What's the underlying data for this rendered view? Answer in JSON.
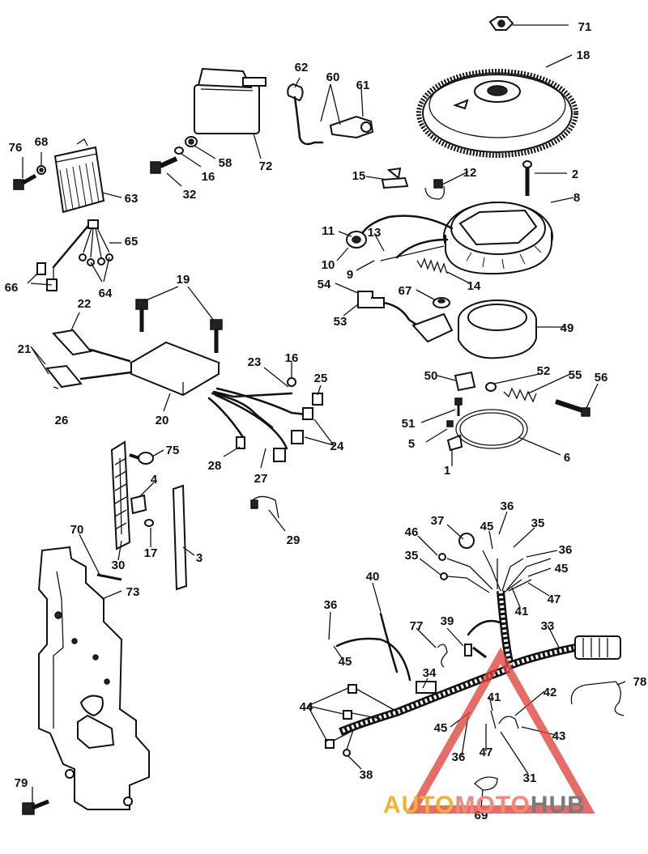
{
  "parts": [
    {
      "key": "p71",
      "label": "71"
    },
    {
      "key": "p18",
      "label": "18"
    },
    {
      "key": "p62",
      "label": "62"
    },
    {
      "key": "p60",
      "label": "60"
    },
    {
      "key": "p61",
      "label": "61"
    },
    {
      "key": "p72",
      "label": "72"
    },
    {
      "key": "p58",
      "label": "58"
    },
    {
      "key": "p16a",
      "label": "16"
    },
    {
      "key": "p32",
      "label": "32"
    },
    {
      "key": "p76",
      "label": "76"
    },
    {
      "key": "p68",
      "label": "68"
    },
    {
      "key": "p63",
      "label": "63"
    },
    {
      "key": "p65",
      "label": "65"
    },
    {
      "key": "p64",
      "label": "64"
    },
    {
      "key": "p66",
      "label": "66"
    },
    {
      "key": "p15",
      "label": "15"
    },
    {
      "key": "p12",
      "label": "12"
    },
    {
      "key": "p2",
      "label": "2"
    },
    {
      "key": "p8",
      "label": "8"
    },
    {
      "key": "p11",
      "label": "11"
    },
    {
      "key": "p13",
      "label": "13"
    },
    {
      "key": "p10",
      "label": "10"
    },
    {
      "key": "p9",
      "label": "9"
    },
    {
      "key": "p14",
      "label": "14"
    },
    {
      "key": "p54",
      "label": "54"
    },
    {
      "key": "p67",
      "label": "67"
    },
    {
      "key": "p53",
      "label": "53"
    },
    {
      "key": "p49",
      "label": "49"
    },
    {
      "key": "p19",
      "label": "19"
    },
    {
      "key": "p22",
      "label": "22"
    },
    {
      "key": "p21",
      "label": "21"
    },
    {
      "key": "p26",
      "label": "26"
    },
    {
      "key": "p20",
      "label": "20"
    },
    {
      "key": "p23",
      "label": "23"
    },
    {
      "key": "p16b",
      "label": "16"
    },
    {
      "key": "p25",
      "label": "25"
    },
    {
      "key": "p24",
      "label": "24"
    },
    {
      "key": "p28",
      "label": "28"
    },
    {
      "key": "p27",
      "label": "27"
    },
    {
      "key": "p50",
      "label": "50"
    },
    {
      "key": "p52",
      "label": "52"
    },
    {
      "key": "p55",
      "label": "55"
    },
    {
      "key": "p56",
      "label": "56"
    },
    {
      "key": "p51",
      "label": "51"
    },
    {
      "key": "p5",
      "label": "5"
    },
    {
      "key": "p6",
      "label": "6"
    },
    {
      "key": "p1",
      "label": "1"
    },
    {
      "key": "p75",
      "label": "75"
    },
    {
      "key": "p4",
      "label": "4"
    },
    {
      "key": "p29",
      "label": "29"
    },
    {
      "key": "p70",
      "label": "70"
    },
    {
      "key": "p17",
      "label": "17"
    },
    {
      "key": "p3",
      "label": "3"
    },
    {
      "key": "p30",
      "label": "30"
    },
    {
      "key": "p73",
      "label": "73"
    },
    {
      "key": "p79",
      "label": "79"
    },
    {
      "key": "p36a",
      "label": "36"
    },
    {
      "key": "p37",
      "label": "37"
    },
    {
      "key": "p45a",
      "label": "45"
    },
    {
      "key": "p35a",
      "label": "35"
    },
    {
      "key": "p46",
      "label": "46"
    },
    {
      "key": "p36b",
      "label": "36"
    },
    {
      "key": "p35b",
      "label": "35"
    },
    {
      "key": "p45b",
      "label": "45"
    },
    {
      "key": "p47a",
      "label": "47"
    },
    {
      "key": "p41a",
      "label": "41"
    },
    {
      "key": "p40",
      "label": "40"
    },
    {
      "key": "p36c",
      "label": "36"
    },
    {
      "key": "p77",
      "label": "77"
    },
    {
      "key": "p39",
      "label": "39"
    },
    {
      "key": "p33",
      "label": "33"
    },
    {
      "key": "p45c",
      "label": "45"
    },
    {
      "key": "p78",
      "label": "78"
    },
    {
      "key": "p34",
      "label": "34"
    },
    {
      "key": "p42",
      "label": "42"
    },
    {
      "key": "p41b",
      "label": "41"
    },
    {
      "key": "p44",
      "label": "44"
    },
    {
      "key": "p45d",
      "label": "45"
    },
    {
      "key": "p43",
      "label": "43"
    },
    {
      "key": "p36d",
      "label": "36"
    },
    {
      "key": "p47b",
      "label": "47"
    },
    {
      "key": "p31",
      "label": "31"
    },
    {
      "key": "p38",
      "label": "38"
    },
    {
      "key": "p69",
      "label": "69"
    }
  ],
  "watermark": {
    "brand_part1": "AUTO",
    "brand_part2": "MOTO",
    "brand_part3": "HUB",
    "colors": {
      "triangle": "#e0433a",
      "auto": "#f2b233",
      "moto": "#f08a7c",
      "hub": "#7a7a7a"
    }
  }
}
